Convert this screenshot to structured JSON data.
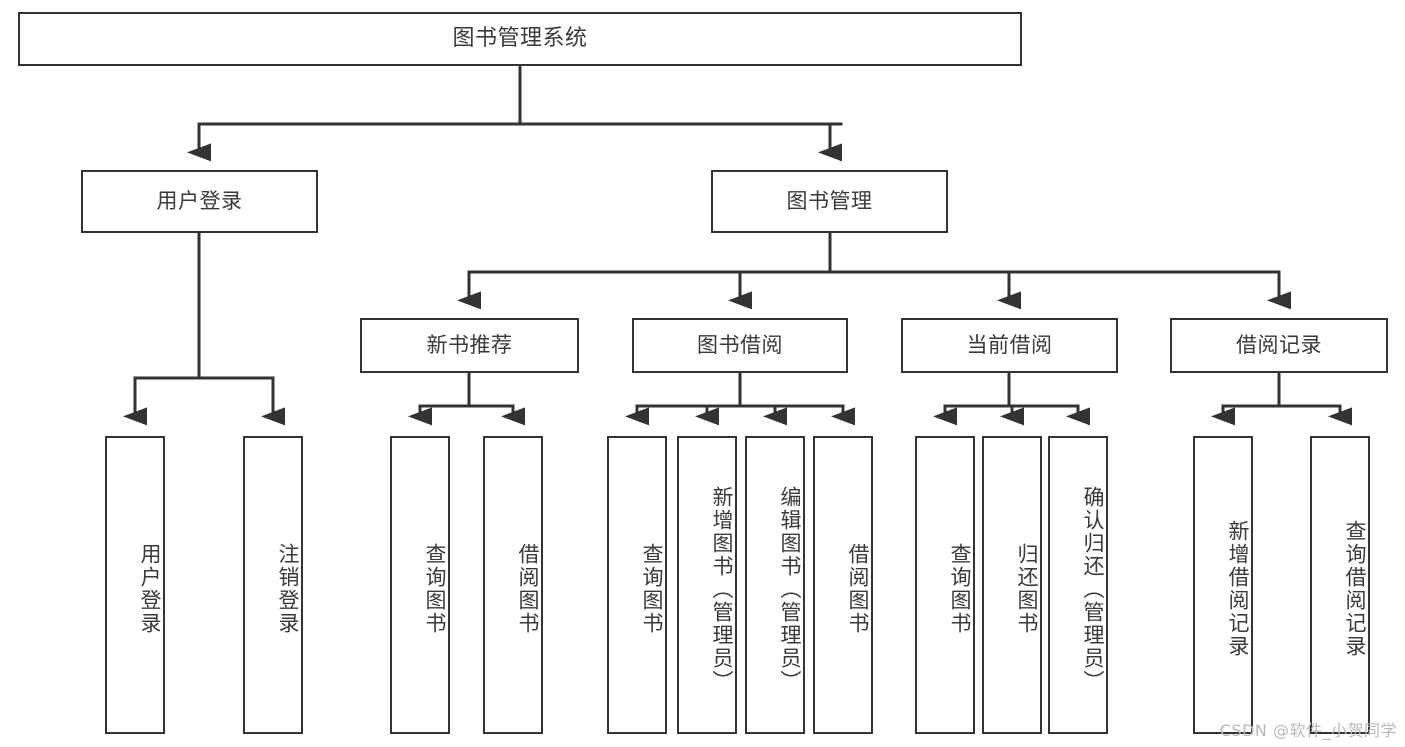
{
  "diagram": {
    "title": "图书管理系统",
    "type": "tree-hierarchy",
    "watermark": "CSDN @软件_小贺同学",
    "colors": {
      "box_border": "#333333",
      "box_fill": "#ffffff",
      "text": "#3a3a3a",
      "edge": "#333333",
      "watermark": "#b9b9b9",
      "background": "#ffffff"
    },
    "root": {
      "label": "图书管理系统"
    },
    "level2": [
      {
        "label": "用户登录"
      },
      {
        "label": "图书管理"
      }
    ],
    "level3": [
      {
        "label": "新书推荐"
      },
      {
        "label": "图书借阅"
      },
      {
        "label": "当前借阅"
      },
      {
        "label": "借阅记录"
      }
    ],
    "leaves": {
      "user_login": [
        {
          "label": "用户登录"
        },
        {
          "label": "注销登录"
        }
      ],
      "new_book_recommend": [
        {
          "label": "查询图书"
        },
        {
          "label": "借阅图书"
        }
      ],
      "book_borrow": [
        {
          "label": "查询图书"
        },
        {
          "label": "新增图书（管理员）"
        },
        {
          "label": "编辑图书（管理员）"
        },
        {
          "label": "借阅图书"
        }
      ],
      "current_borrow": [
        {
          "label": "查询图书"
        },
        {
          "label": "归还图书"
        },
        {
          "label": "确认归还（管理员）"
        }
      ],
      "borrow_record": [
        {
          "label": "新增借阅记录"
        },
        {
          "label": "查询借阅记录"
        }
      ]
    }
  }
}
